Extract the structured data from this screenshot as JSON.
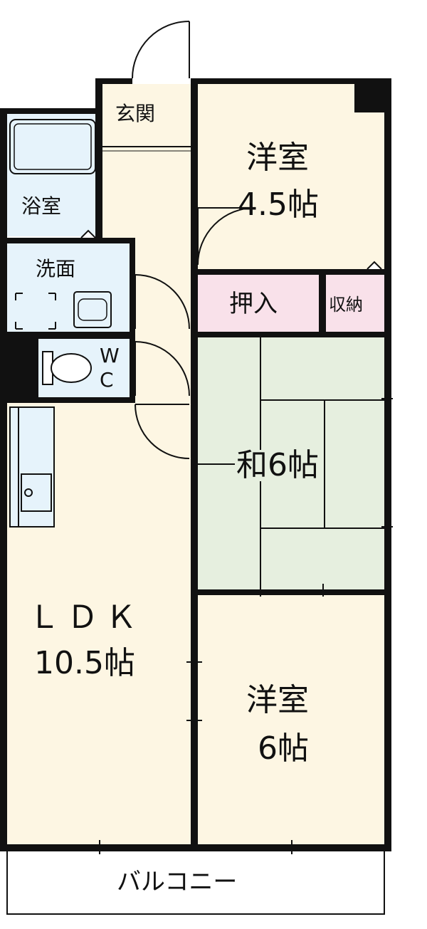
{
  "rooms": {
    "genkan": "玄関",
    "bath": "浴室",
    "washroom": "洗面",
    "wc_w": "W",
    "wc_c": "C",
    "western_small_name": "洋室",
    "western_small_size": "4.5帖",
    "oshiire": "押入",
    "storage": "収納",
    "japanese": "和6帖",
    "ldk_name": "ＬＤＫ",
    "ldk_size": "10.5帖",
    "western_large_name": "洋室",
    "western_large_size": "6帖",
    "balcony": "バルコニー"
  },
  "colors": {
    "floor": "#fdf6e3",
    "wet_area": "#e6f3fb",
    "tatami": "#e6efdf",
    "closet": "#f9e1ea",
    "wall": "#111111",
    "balcony": "#ffffff"
  }
}
